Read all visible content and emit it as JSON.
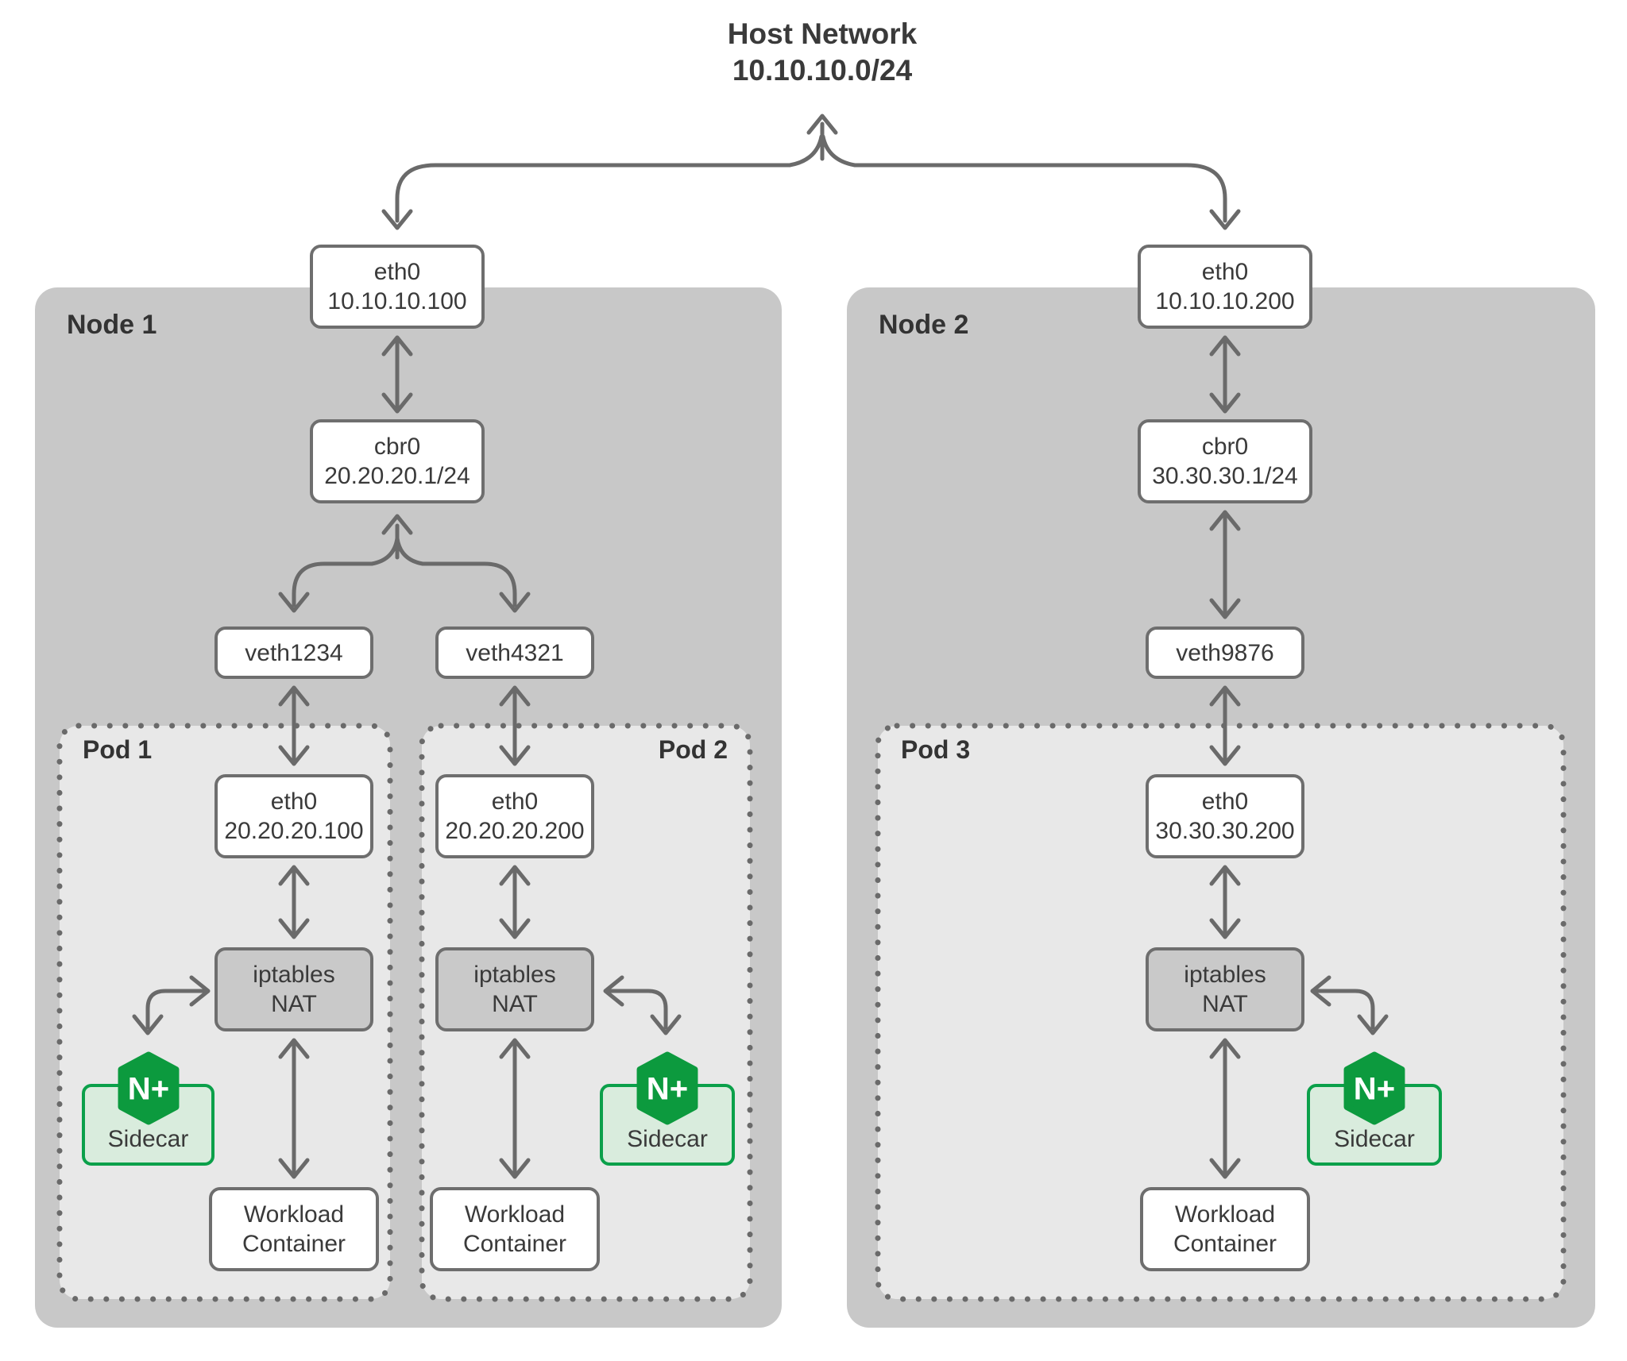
{
  "title": {
    "line1": "Host Network",
    "line2": "10.10.10.0/24"
  },
  "colors": {
    "node_bg": "#c8c8c8",
    "pod_bg": "#e8e8e8",
    "nat_bg": "#c9c9c9",
    "line": "#6a6a6a",
    "box_border": "#6e6e6e",
    "text": "#3a3a3a",
    "label": "#333333",
    "nginx_green": "#0c9a3e",
    "sidecar_border": "#0ba04a",
    "sidecar_bg": "#d9ecdd"
  },
  "node1": {
    "label": "Node 1",
    "eth0": {
      "line1": "eth0",
      "line2": "10.10.10.100"
    },
    "cbr0": {
      "line1": "cbr0",
      "line2": "20.20.20.1/24"
    },
    "veth1": "veth1234",
    "veth2": "veth4321",
    "pod1": {
      "label": "Pod 1",
      "eth0": {
        "line1": "eth0",
        "line2": "20.20.20.100"
      },
      "nat": {
        "line1": "iptables",
        "line2": "NAT"
      },
      "sidecar": {
        "badge": "N+",
        "label": "Sidecar"
      },
      "workload": {
        "line1": "Workload",
        "line2": "Container"
      }
    },
    "pod2": {
      "label": "Pod 2",
      "eth0": {
        "line1": "eth0",
        "line2": "20.20.20.200"
      },
      "nat": {
        "line1": "iptables",
        "line2": "NAT"
      },
      "sidecar": {
        "badge": "N+",
        "label": "Sidecar"
      },
      "workload": {
        "line1": "Workload",
        "line2": "Container"
      }
    }
  },
  "node2": {
    "label": "Node 2",
    "eth0": {
      "line1": "eth0",
      "line2": "10.10.10.200"
    },
    "cbr0": {
      "line1": "cbr0",
      "line2": "30.30.30.1/24"
    },
    "veth": "veth9876",
    "pod3": {
      "label": "Pod 3",
      "eth0": {
        "line1": "eth0",
        "line2": "30.30.30.200"
      },
      "nat": {
        "line1": "iptables",
        "line2": "NAT"
      },
      "sidecar": {
        "badge": "N+",
        "label": "Sidecar"
      },
      "workload": {
        "line1": "Workload",
        "line2": "Container"
      }
    }
  }
}
